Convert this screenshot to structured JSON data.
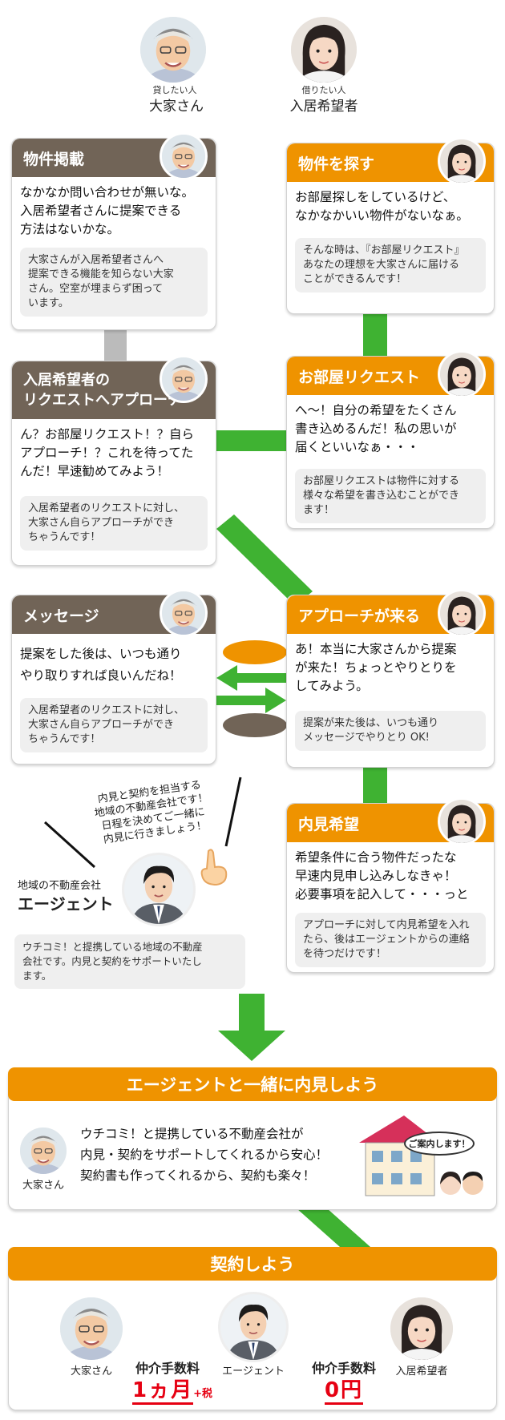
{
  "roles": {
    "landlord_small": "貸したい人",
    "landlord": "大家さん",
    "tenant_small": "借りたい人",
    "tenant": "入居希望者"
  },
  "cards": {
    "listing": {
      "title": "物件掲載",
      "body": [
        "なかなか問い合わせが無いな。",
        "入居希望者さんに提案できる",
        "方法はないかな。"
      ],
      "note": [
        "大家さんが入居希望者さんへ",
        "提案できる機能を知らない大家",
        "さん。空室が埋まらず困って",
        "います。"
      ]
    },
    "search": {
      "title": "物件を探す",
      "body": [
        "お部屋探しをしているけど、",
        "なかなかいい物件がないなぁ。"
      ],
      "note": [
        "そんな時は、『お部屋リクエスト』",
        "あなたの理想を大家さんに届ける",
        "ことができるんです！"
      ]
    },
    "approach_request": {
      "title": [
        "入居希望者の",
        "リクエストへアプローチ"
      ],
      "body": [
        "ん？お部屋リクエスト！？自ら",
        "アプローチ！？これを待ってた",
        "んだ！早速勧めてみよう！"
      ],
      "note": [
        "入居希望者のリクエストに対し、",
        "大家さん自らアプローチができ",
        "ちゃうんです！"
      ]
    },
    "room_request": {
      "title": "お部屋リクエスト",
      "body": [
        "へ～！自分の希望をたくさん",
        "書き込めるんだ！私の思いが",
        "届くといいなぁ・・・"
      ],
      "note": [
        "お部屋リクエストは物件に対する",
        "様々な希望を書き込むことができ",
        "ます！"
      ]
    },
    "message": {
      "title": "メッセージ",
      "body": [
        "提案をした後は、いつも通り",
        "やり取りすれば良いんだね！"
      ],
      "note": [
        "入居希望者のリクエストに対し、",
        "大家さん自らアプローチができ",
        "ちゃうんです！"
      ]
    },
    "approach_arrives": {
      "title": "アプローチが来る",
      "body": [
        "あ！本当に大家さんから提案",
        "が来た！ちょっとやりとりを",
        "してみよう。"
      ],
      "note": [
        "提案が来た後は、いつも通り",
        "メッセージでやりとり OK!"
      ]
    },
    "viewing_request": {
      "title": "内見希望",
      "body": [
        "希望条件に合う物件だったな",
        "早速内見申し込みしなきゃ！",
        "必要事項を記入して・・・っと"
      ],
      "note": [
        "アプローチに対して内見希望を入れ",
        "たら、後はエージェントからの連絡",
        "を待つだけです！"
      ]
    }
  },
  "agent": {
    "speech": [
      "内見と契約を担当する",
      "地域の不動産会社です！",
      "日程を決めてご一緒に",
      "内見に行きましょう！"
    ],
    "small": "地域の不動産会社",
    "name": "エージェント",
    "note": [
      "ウチコミ！と提携している地域の不動産",
      "会社です。内見と契約をサポートいたし",
      "ます。"
    ]
  },
  "viewing": {
    "title": "エージェントと一緒に内見しよう",
    "avatar_label": "大家さん",
    "body": [
      "ウチコミ！と提携している不動産会社が",
      "内見・契約をサポートしてくれるから安心！",
      "契約書も作ってくれるから、契約も楽々！"
    ],
    "bubble": "ご案内します！"
  },
  "contract": {
    "title": "契約しよう",
    "landlord_label": "大家さん",
    "agent_label": "エージェント",
    "tenant_label": "入居希望者",
    "fee_label_left": "仲介手数料",
    "fee_value_left": "1ヵ月",
    "fee_suffix_left": "+税",
    "fee_label_right": "仲介手数料",
    "fee_value_right": "0円"
  },
  "colors": {
    "brown": "#716457",
    "orange": "#ef9300",
    "green": "#3fb232",
    "red": "#e60012",
    "gray_connector": "#bbbbbb"
  }
}
